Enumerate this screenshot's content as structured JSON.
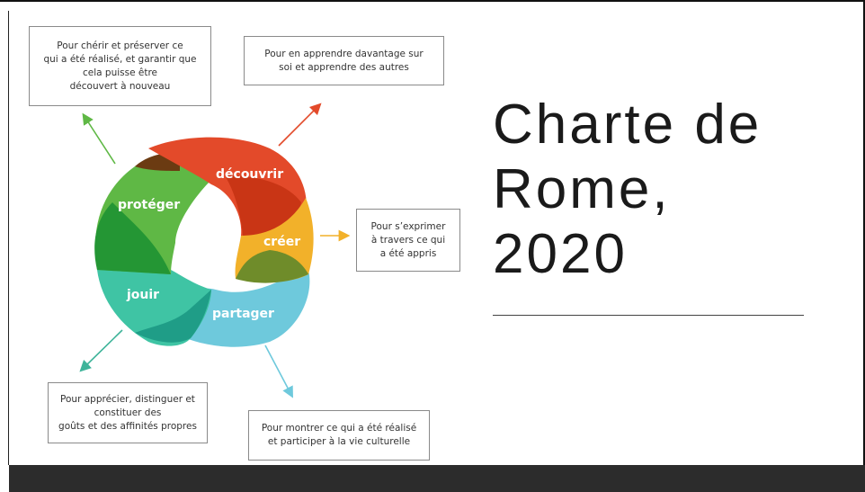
{
  "title": "Charte de\nRome,\n2020",
  "segments": {
    "decouvrir": "découvrir",
    "proteger": "protéger",
    "creer": "créer",
    "jouir": "jouir",
    "partager": "partager"
  },
  "notes": {
    "proteger": "Pour chérir et préserver ce\nqui a été réalisé, et garantir que\ncela puisse être\ndécouvert à nouveau",
    "decouvrir": "Pour en apprendre davantage sur\nsoi et apprendre des autres",
    "creer": "Pour s’exprimer\nà travers ce qui\na été appris",
    "jouir": "Pour apprécier, distinguer et\nconstituer des\ngoûts et des affinités propres",
    "partager": "Pour montrer ce qui a été réalisé\net participer à la vie culturelle"
  },
  "colors": {
    "decouvrir": "#e34a2a",
    "proteger": "#5fb845",
    "creer": "#f2b12a",
    "jouir": "#3fc4a4",
    "partager": "#6ec9dc"
  }
}
